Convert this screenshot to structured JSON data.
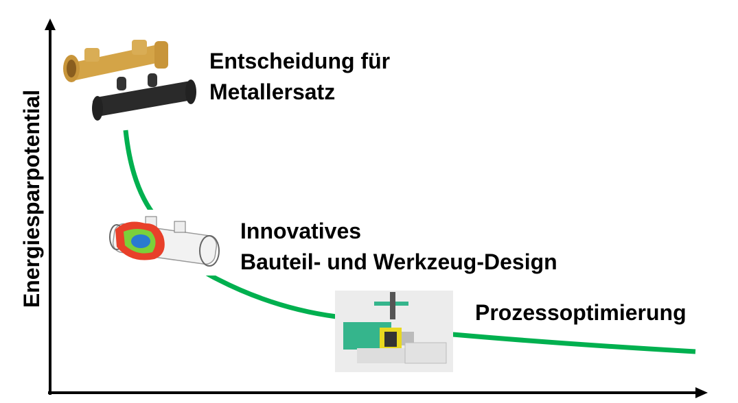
{
  "y_axis_label": "Energiesparpotential",
  "stages": [
    {
      "line1": "Entscheidung für",
      "line2": "Metallersatz",
      "image": "brass-and-plastic-fitting"
    },
    {
      "line1": "Innovatives",
      "line2": "Bauteil- und Werkzeug-Design",
      "image": "simulation-part"
    },
    {
      "line1": "Prozessoptimierung",
      "image": "injection-molding-machine"
    }
  ],
  "colors": {
    "curve": "#00b04f",
    "axis": "#000000",
    "brass": "#d4a447",
    "plastic": "#2a2a2a",
    "machine": "#35b58c"
  }
}
